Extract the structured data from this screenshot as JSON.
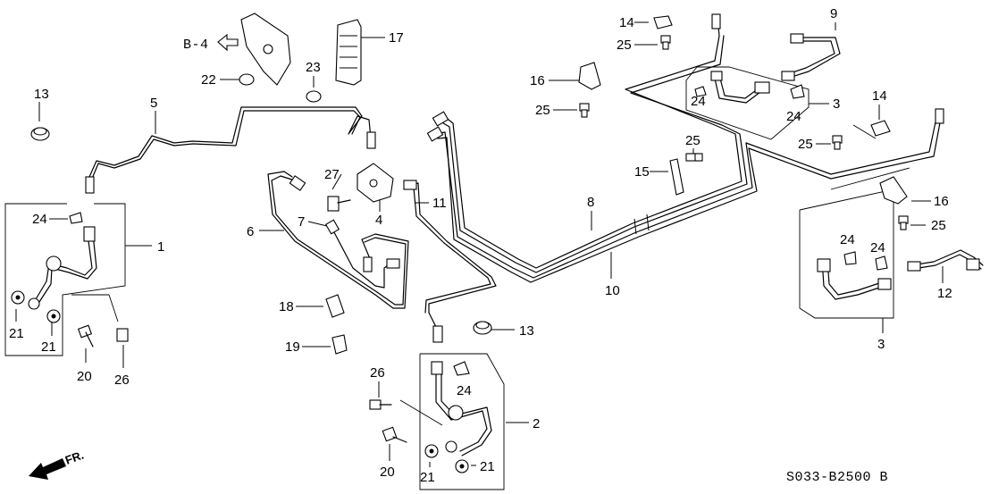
{
  "diagram": {
    "code": "S033-B2500 B",
    "reference": "B-4",
    "front_indicator": "FR.",
    "callouts": [
      "1",
      "2",
      "3",
      "3",
      "4",
      "5",
      "6",
      "7",
      "8",
      "9",
      "10",
      "11",
      "12",
      "13",
      "13",
      "14",
      "14",
      "15",
      "16",
      "16",
      "17",
      "18",
      "19",
      "20",
      "20",
      "21",
      "21",
      "21",
      "21",
      "22",
      "23",
      "24",
      "24",
      "24",
      "24",
      "24",
      "24",
      "25",
      "25",
      "25",
      "25",
      "25",
      "26",
      "26",
      "27"
    ]
  }
}
